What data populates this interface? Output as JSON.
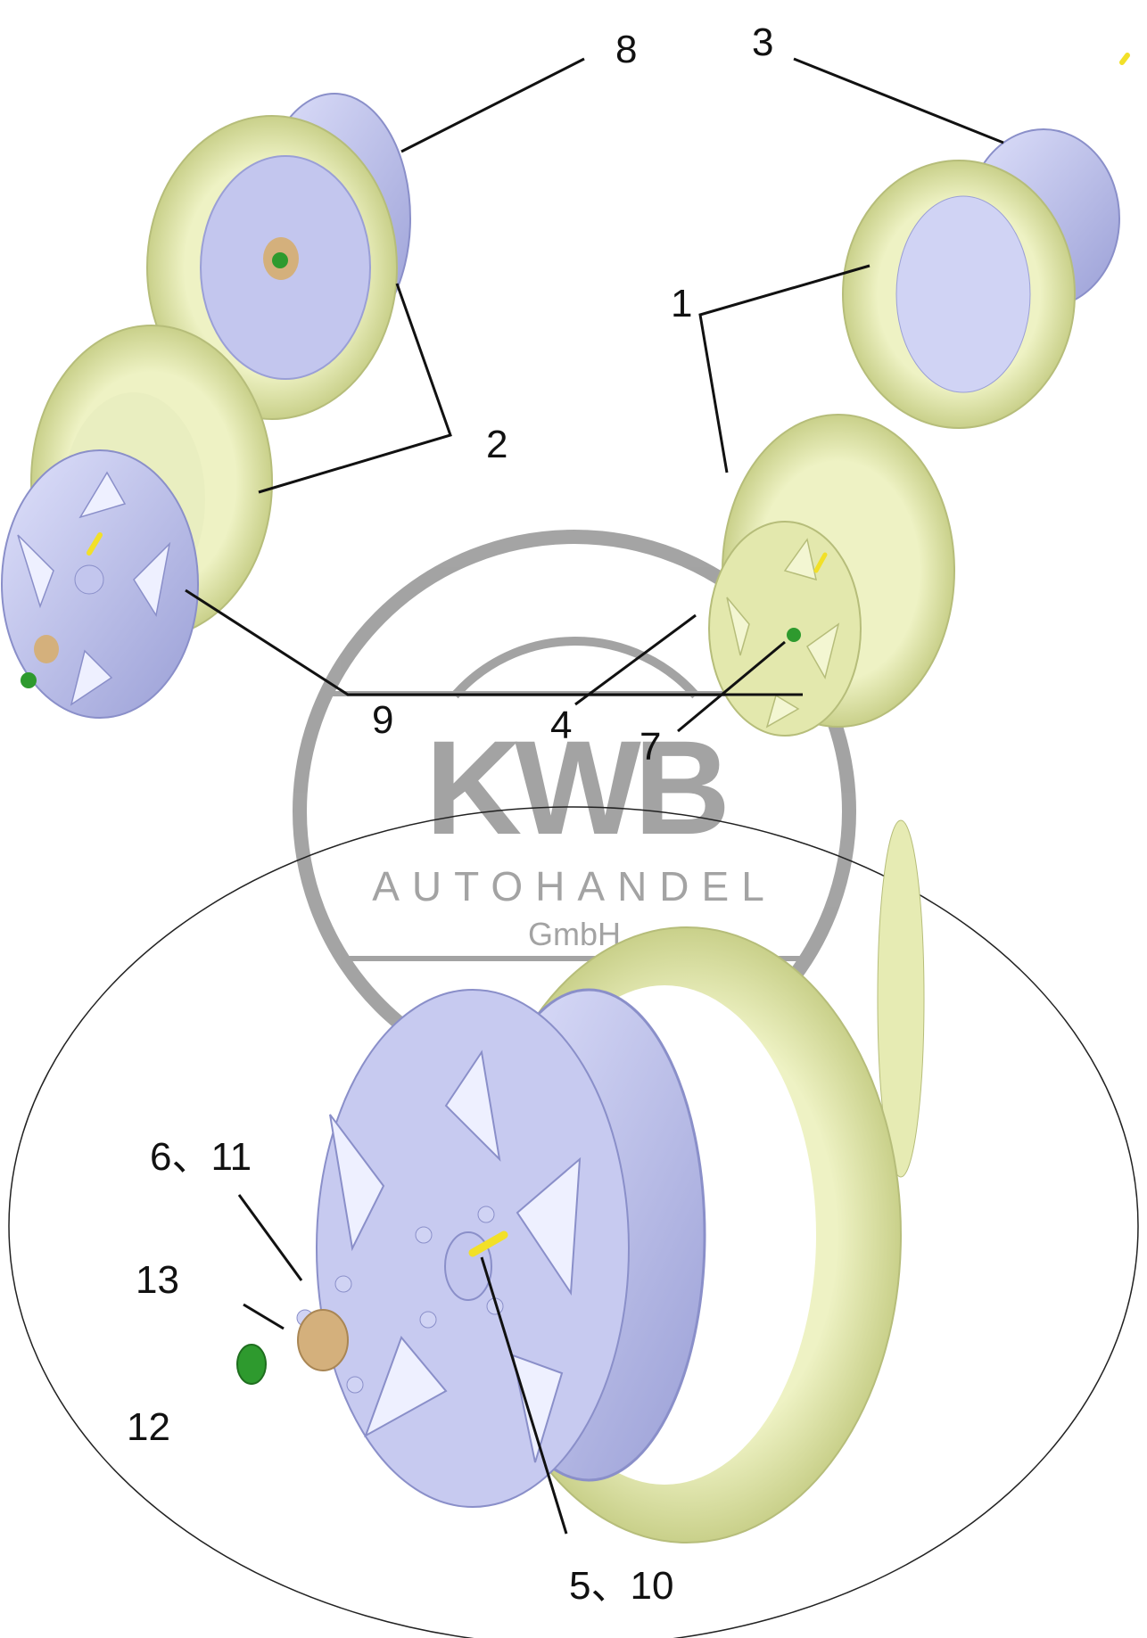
{
  "callouts": {
    "c1": "1",
    "c2": "2",
    "c3": "3",
    "c4": "4",
    "c5_10": "5、10",
    "c6_11": "6、11",
    "c7": "7",
    "c8": "8",
    "c9": "9",
    "c12": "12",
    "c13": "13"
  },
  "watermark": {
    "brand": "KWB",
    "line2": "AUTOHANDEL",
    "line3": "GmbH"
  },
  "colors": {
    "tire": "#e6ebb3",
    "tire_shade": "#c9d08a",
    "rim": "#c3c6ee",
    "rim_shade": "#9a9fd6",
    "cap": "#d4b07c",
    "nut": "#2e9a2e",
    "valve": "#f2e028",
    "watermark": "#9a9a9a",
    "line": "#111111"
  }
}
